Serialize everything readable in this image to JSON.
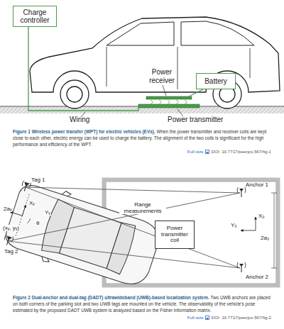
{
  "diagram": {
    "nodes": [
      {
        "text": [
          "Charge controller"
        ]
      },
      {
        "text": [
          "Battery"
        ]
      },
      {
        "text": [
          "Power transmitter coil"
        ]
      }
    ],
    "labels": [
      "Power receiver",
      "Wiring",
      "Power transmitter",
      "Figure 1",
      "Wireless power transfer (WPT) for electric vehicles (EVs).",
      "When the power transmitter and receiver coils are kept close to each other, electric energy can be used to charge the battery. The alignment of the two coils is significant for the high performance and efficiency of the WPT.",
      "Full-size",
      "DOI: 10.7717/peerjcs.567/fig-1",
      "Tag 1",
      "Tag 2",
      "Xᵥ",
      "Yᵥ",
      "2aᵥ",
      "(xᵥ, yᵥ)",
      "θ",
      "Range measurements",
      "Anchor 1",
      "Anchor 2",
      "X₀",
      "Y₀",
      "2a₀",
      "Figure 2",
      "Dual-anchor and dual-tag (DADT) ultrawideband (UWB)-based localization system.",
      "Two UWB anchors are placed on both corners of the parking slot and two UWB tags are mounted on the vehicle. The observability of the vehicle's pose estimated by the proposed DADT UWB system is analyzed based on the Fisher information matrix.",
      "Full-size",
      "DOI: 10.7717/peerjcs.567/fig-2"
    ]
  }
}
